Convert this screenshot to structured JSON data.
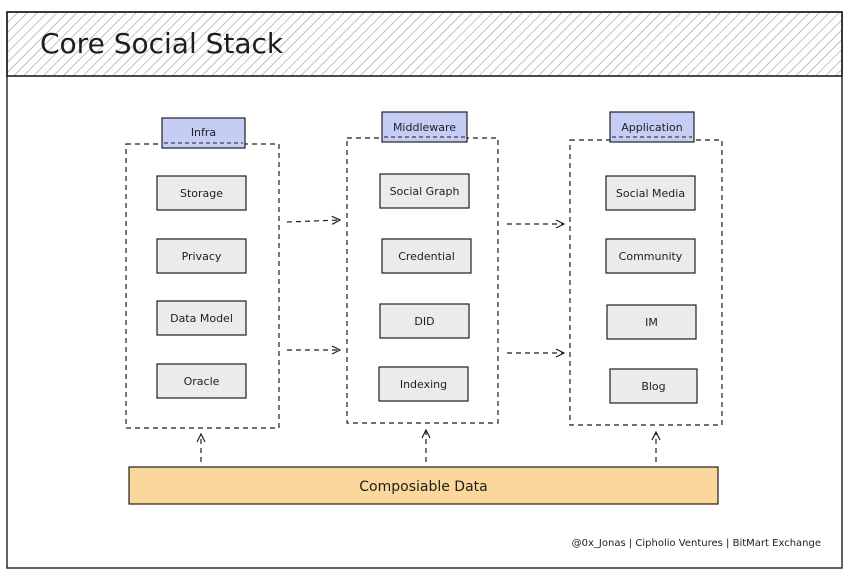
{
  "title": "Core Social Stack",
  "columns": [
    {
      "header": "Infra",
      "items": [
        "Storage",
        "Privacy",
        "Data Model",
        "Oracle"
      ]
    },
    {
      "header": "Middleware",
      "items": [
        "Social Graph",
        "Credential",
        "DID",
        "Indexing"
      ]
    },
    {
      "header": "Application",
      "items": [
        "Social Media",
        "Community",
        "IM",
        "Blog"
      ]
    }
  ],
  "base": "Composiable Data",
  "credit": "@0x_Jonas | Cipholio Ventures | BitMart Exchange",
  "colors": {
    "header_fill": "#c5cdf4",
    "item_fill": "#ebebeb",
    "base_fill": "#fbd79c",
    "stroke": "#1e1e1e"
  }
}
